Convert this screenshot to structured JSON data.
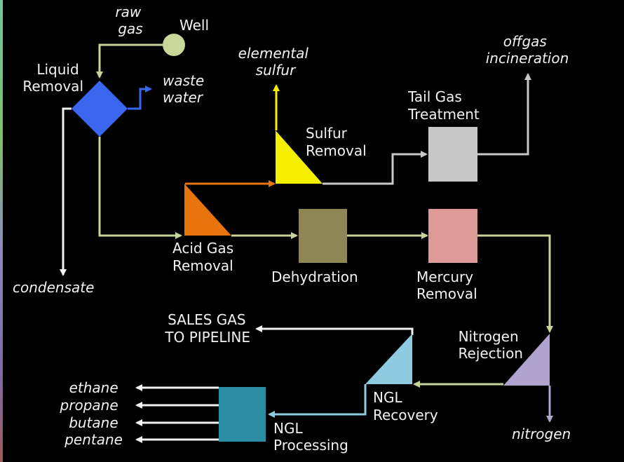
{
  "diagram": {
    "title": "Natural gas processing flow",
    "sources": {
      "well": "Well",
      "raw_gas": [
        "raw",
        "gas"
      ]
    },
    "units": {
      "liquid_removal": {
        "label": [
          "Liquid",
          "Removal"
        ],
        "color": "#3b67f0"
      },
      "acid_gas_removal": {
        "label": [
          "Acid Gas",
          "Removal"
        ],
        "color": "#e8740e"
      },
      "sulfur_removal": {
        "label": [
          "Sulfur",
          "Removal"
        ],
        "color": "#f5ef00"
      },
      "tail_gas_treatment": {
        "label": [
          "Tail Gas",
          "Treatment"
        ],
        "color": "#c8c8c8"
      },
      "dehydration": {
        "label": [
          "Dehydration"
        ],
        "color": "#8f8656"
      },
      "mercury_removal": {
        "label": [
          "Mercury",
          "Removal"
        ],
        "color": "#de9a98"
      },
      "nitrogen_rejection": {
        "label": [
          "Nitrogen",
          "Rejection"
        ],
        "color": "#b1a3cf"
      },
      "ngl_recovery": {
        "label": [
          "NGL",
          "Recovery"
        ],
        "color": "#8fcbe0"
      },
      "ngl_processing": {
        "label": [
          "NGL",
          "Processing"
        ],
        "color": "#2a8da4"
      }
    },
    "outputs": {
      "waste_water": [
        "waste",
        "water"
      ],
      "condensate": "condensate",
      "elemental_sulfur": [
        "elemental",
        "sulfur"
      ],
      "offgas_incineration": [
        "offgas",
        "incineration"
      ],
      "nitrogen": "nitrogen",
      "sales_gas": [
        "SALES GAS",
        "TO PIPELINE"
      ],
      "ngl_products": [
        "ethane",
        "propane",
        "butane",
        "pentane"
      ]
    },
    "colors": {
      "background": "#000000",
      "main_flow": "#c6d59a",
      "well": "#c9d79a",
      "waste_water_line": "#3b67f0",
      "condensate_line": "#f2f2f2",
      "acid_line": "#e8740e",
      "sulfur_line": "#f5ef00",
      "tail_line": "#c8c8c8",
      "nitrogen_line": "#b1a3cf",
      "ngl_line": "#8fcbe0",
      "product_line": "#f2f2f2",
      "text": "#f2f2f2"
    }
  }
}
